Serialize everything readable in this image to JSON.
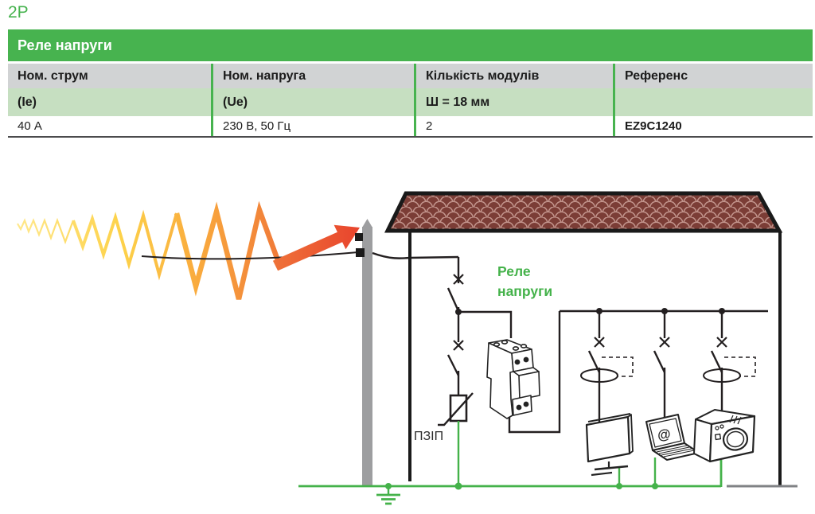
{
  "page": {
    "title": "2P"
  },
  "table": {
    "header": "Реле напруги",
    "columns": [
      {
        "title": "Ном. струм",
        "subtitle": "(Ie)",
        "value": "40 А"
      },
      {
        "title": "Ном. напруга",
        "subtitle": "(Ue)",
        "value": "230 В, 50 Гц"
      },
      {
        "title": "Кількість модулів",
        "subtitle": "Ш = 18 мм",
        "value": "2"
      },
      {
        "title": "Референс",
        "subtitle": "",
        "value": "EZ9C1240"
      }
    ]
  },
  "diagram": {
    "relay_label_line1": "Реле",
    "relay_label_line2": "напруги",
    "spd_label": "ПЗІП",
    "laptop_symbol": "@"
  },
  "colors": {
    "brand_green": "#47b34f",
    "row_gray": "#d1d3d4",
    "row_light_green": "#c6dfc1",
    "diagram_green": "#44b24a",
    "roof_dark": "#7b3d36",
    "roof_light": "#c2948c",
    "pole_gray": "#9d9ea0",
    "wire_black": "#231f20",
    "surge_yellow": "#ffe88c",
    "surge_orange": "#f9a93d",
    "surge_red": "#e8432d"
  }
}
